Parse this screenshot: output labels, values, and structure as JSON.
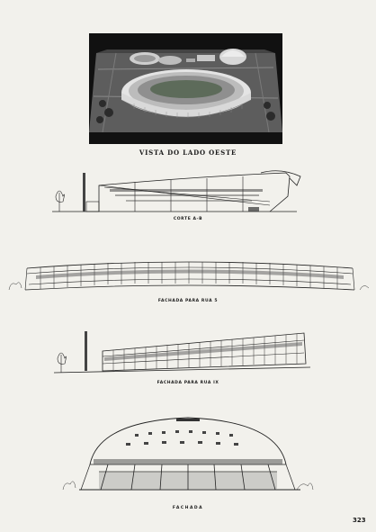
{
  "photo_caption": "VISTA DO LADO OESTE",
  "drawings": [
    {
      "caption": "CORTE A-B"
    },
    {
      "caption": "FACHADA PARA RUA 5"
    },
    {
      "caption": "FACHADA PARA RUA IX"
    },
    {
      "caption": "FACHADA"
    }
  ],
  "page_number": "323"
}
